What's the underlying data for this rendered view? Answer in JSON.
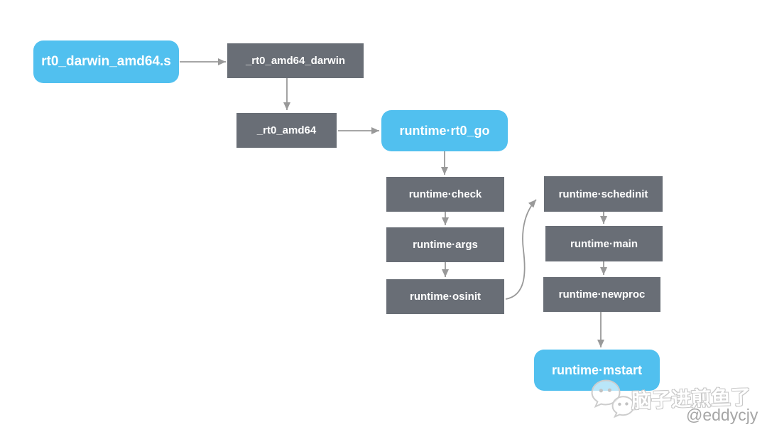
{
  "diagram": {
    "nodes": [
      {
        "id": "rt0_darwin_amd64_s",
        "label": "rt0_darwin_amd64.s",
        "style": "primary"
      },
      {
        "id": "_rt0_amd64_darwin",
        "label": "_rt0_amd64_darwin",
        "style": "secondary"
      },
      {
        "id": "_rt0_amd64",
        "label": "_rt0_amd64",
        "style": "secondary"
      },
      {
        "id": "runtime_rt0_go",
        "label": "runtime·rt0_go",
        "style": "primary"
      },
      {
        "id": "runtime_check",
        "label": "runtime·check",
        "style": "secondary"
      },
      {
        "id": "runtime_args",
        "label": "runtime·args",
        "style": "secondary"
      },
      {
        "id": "runtime_osinit",
        "label": "runtime·osinit",
        "style": "secondary"
      },
      {
        "id": "runtime_schedinit",
        "label": "runtime·schedinit",
        "style": "secondary"
      },
      {
        "id": "runtime_main",
        "label": "runtime·main",
        "style": "secondary"
      },
      {
        "id": "runtime_newproc",
        "label": "runtime·newproc",
        "style": "secondary"
      },
      {
        "id": "runtime_mstart",
        "label": "runtime·mstart",
        "style": "primary"
      }
    ],
    "edges": [
      {
        "from": "rt0_darwin_amd64_s",
        "to": "_rt0_amd64_darwin",
        "shape": "straight"
      },
      {
        "from": "_rt0_amd64_darwin",
        "to": "_rt0_amd64",
        "shape": "straight"
      },
      {
        "from": "_rt0_amd64",
        "to": "runtime_rt0_go",
        "shape": "straight"
      },
      {
        "from": "runtime_rt0_go",
        "to": "runtime_check",
        "shape": "straight"
      },
      {
        "from": "runtime_check",
        "to": "runtime_args",
        "shape": "straight"
      },
      {
        "from": "runtime_args",
        "to": "runtime_osinit",
        "shape": "straight"
      },
      {
        "from": "runtime_osinit",
        "to": "runtime_schedinit",
        "shape": "curved"
      },
      {
        "from": "runtime_schedinit",
        "to": "runtime_main",
        "shape": "straight"
      },
      {
        "from": "runtime_main",
        "to": "runtime_newproc",
        "shape": "straight"
      },
      {
        "from": "runtime_newproc",
        "to": "runtime_mstart",
        "shape": "straight"
      }
    ]
  },
  "watermark": {
    "brand": "脑子进煎鱼了",
    "handle": "@eddycjy",
    "icon": "wechat-icon"
  },
  "colors": {
    "node_primary": "#51c0ef",
    "node_secondary": "#696e76",
    "node_text": "#ffffff",
    "arrow": "#999999",
    "watermark_outline": "#c8c8c8",
    "watermark_handle": "#a6a6a6",
    "background": "#ffffff"
  }
}
